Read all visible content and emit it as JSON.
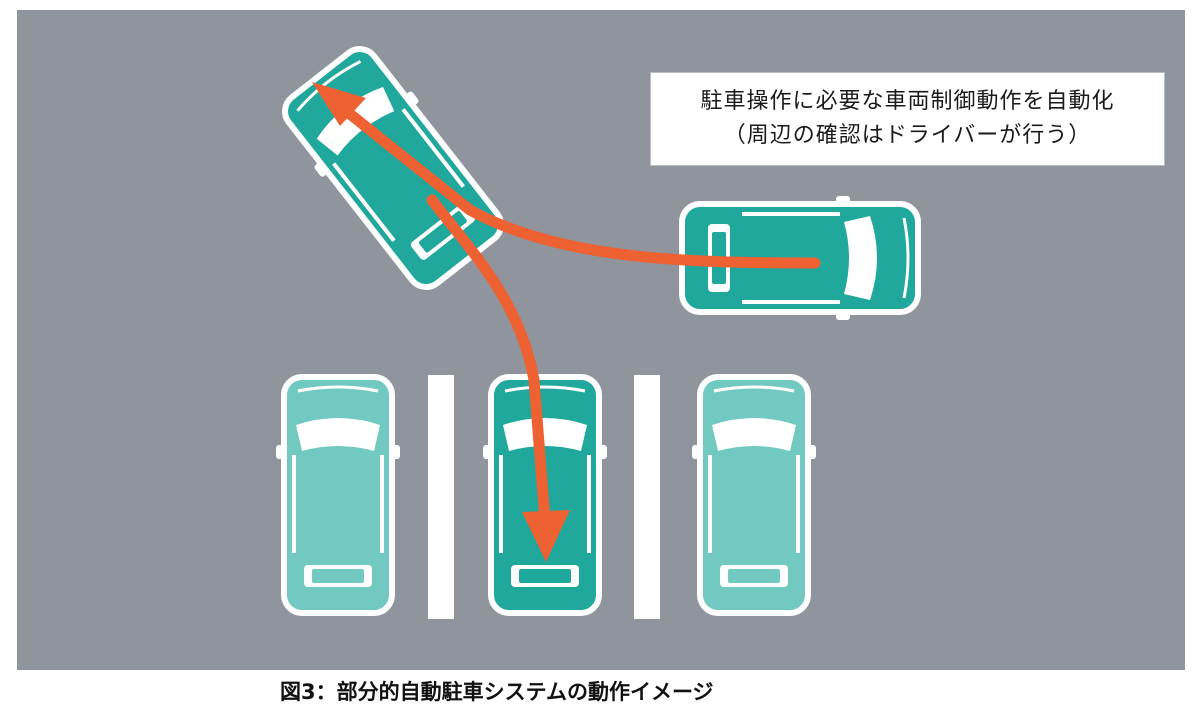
{
  "note": {
    "line1": "駐車操作に必要な車両制御動作を自動化",
    "line2": "（周辺の確認はドライバーが行う）"
  },
  "caption": "図3：部分的自動駐車システムの動作イメージ",
  "colors": {
    "road": "#8f949d",
    "car_active": "#1fa89b",
    "car_parked": "#72c9c1",
    "car_outline": "#ffffff",
    "arrow": "#ee6133",
    "marking": "#ffffff"
  },
  "icons": {
    "car": "car-top-view-icon",
    "arrow": "path-arrow-icon"
  }
}
